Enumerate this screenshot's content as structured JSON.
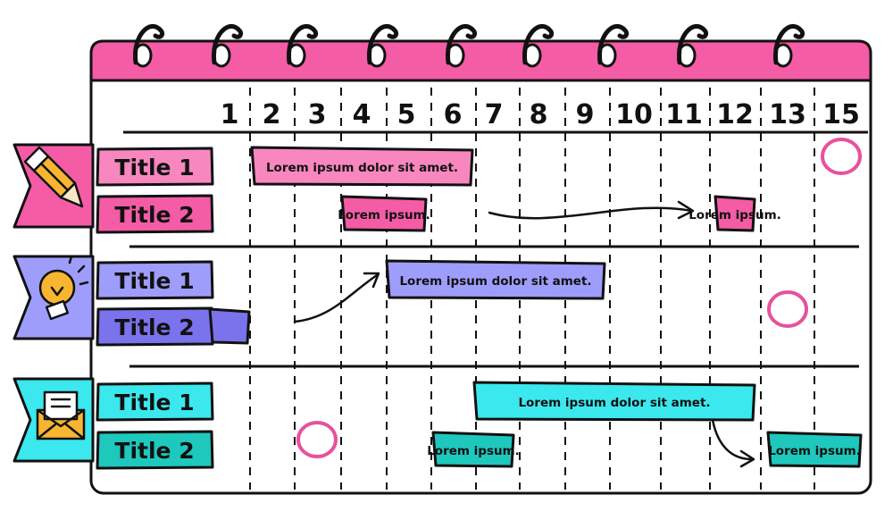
{
  "colors": {
    "pink": "#f45ca6",
    "pink_light": "#f887bf",
    "purple": "#9e9dfb",
    "purple_dark": "#7a73ec",
    "cyan": "#3be8ee",
    "teal": "#1ec8bc",
    "circle": "#e8519b",
    "outline": "#111111"
  },
  "columns": [
    "1",
    "2",
    "3",
    "4",
    "5",
    "6",
    "7",
    "8",
    "9",
    "10",
    "11",
    "12",
    "13",
    "15"
  ],
  "groups": [
    {
      "icon": "pencil-icon",
      "color": "#f45ca6",
      "rows": [
        {
          "title": "Title 1",
          "color": "#f887bf"
        },
        {
          "title": "Title 2",
          "color": "#f45ca6"
        }
      ]
    },
    {
      "icon": "lightbulb-icon",
      "color": "#9e9dfb",
      "rows": [
        {
          "title": "Title 1",
          "color": "#9e9dfb"
        },
        {
          "title": "Title 2",
          "color": "#7a73ec"
        }
      ]
    },
    {
      "icon": "envelope-icon",
      "color": "#3be8ee",
      "rows": [
        {
          "title": "Title 1",
          "color": "#3be8ee"
        },
        {
          "title": "Title 2",
          "color": "#1ec8bc"
        }
      ]
    }
  ],
  "tasks": [
    {
      "label": "Lorem ipsum dolor sit amet.",
      "group": 0,
      "row": 0,
      "start": 2,
      "end": 6,
      "color": "#f887bf"
    },
    {
      "label": "Lorem ipsum.",
      "group": 0,
      "row": 1,
      "start": 4,
      "end": 5,
      "color": "#f45ca6"
    },
    {
      "label": "Lorem ipsum.",
      "group": 0,
      "row": 1,
      "start": 12,
      "end": 12,
      "color": "#f45ca6"
    },
    {
      "label": "Lorem ipsum dolor sit amet.",
      "group": 1,
      "row": 0,
      "start": 5,
      "end": 9,
      "color": "#9e9dfb"
    },
    {
      "label": "",
      "group": 1,
      "row": 1,
      "start": 1,
      "end": 1,
      "color": "#7a73ec"
    },
    {
      "label": "Lorem ipsum dolor sit amet.",
      "group": 2,
      "row": 0,
      "start": 7,
      "end": 12,
      "color": "#3be8ee"
    },
    {
      "label": "Lorem ipsum.",
      "group": 2,
      "row": 1,
      "start": 6,
      "end": 7,
      "color": "#1ec8bc"
    },
    {
      "label": "Lorem ipsum.",
      "group": 2,
      "row": 1,
      "start": 13,
      "end": 15,
      "color": "#1ec8bc"
    }
  ],
  "milestones": [
    {
      "group": 0,
      "row": 0,
      "column": 15
    },
    {
      "group": 1,
      "row": 1,
      "column": 13
    },
    {
      "group": 2,
      "row": 1,
      "column": 3
    }
  ]
}
